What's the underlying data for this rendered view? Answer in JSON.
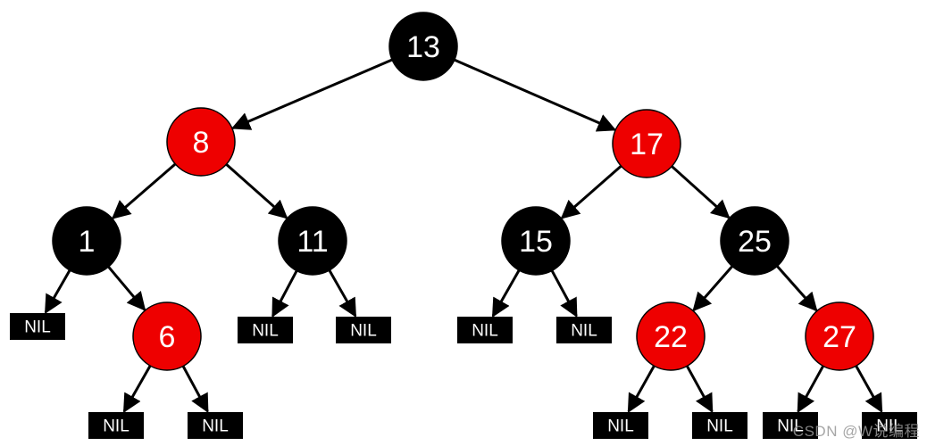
{
  "colors": {
    "red": "#ee0000",
    "black": "#000000",
    "edge": "#000000",
    "text": "#ffffff"
  },
  "nodes": [
    {
      "id": "n13",
      "label": "13",
      "color": "black"
    },
    {
      "id": "n8",
      "label": "8",
      "color": "red"
    },
    {
      "id": "n17",
      "label": "17",
      "color": "red"
    },
    {
      "id": "n1",
      "label": "1",
      "color": "black"
    },
    {
      "id": "n11",
      "label": "11",
      "color": "black"
    },
    {
      "id": "n15",
      "label": "15",
      "color": "black"
    },
    {
      "id": "n25",
      "label": "25",
      "color": "black"
    },
    {
      "id": "n6",
      "label": "6",
      "color": "red"
    },
    {
      "id": "n22",
      "label": "22",
      "color": "red"
    },
    {
      "id": "n27",
      "label": "27",
      "color": "red"
    }
  ],
  "nil_label": "NIL",
  "nils": [
    "nil-1",
    "nil-6a",
    "nil-6b",
    "nil-11a",
    "nil-11b",
    "nil-15a",
    "nil-15b",
    "nil-22a",
    "nil-22b",
    "nil-27a",
    "nil-27b"
  ],
  "edges": [
    [
      "n13",
      "n8"
    ],
    [
      "n13",
      "n17"
    ],
    [
      "n8",
      "n1"
    ],
    [
      "n8",
      "n11"
    ],
    [
      "n17",
      "n15"
    ],
    [
      "n17",
      "n25"
    ],
    [
      "n1",
      "nil-1"
    ],
    [
      "n1",
      "n6"
    ],
    [
      "n6",
      "nil-6a"
    ],
    [
      "n6",
      "nil-6b"
    ],
    [
      "n11",
      "nil-11a"
    ],
    [
      "n11",
      "nil-11b"
    ],
    [
      "n15",
      "nil-15a"
    ],
    [
      "n15",
      "nil-15b"
    ],
    [
      "n25",
      "n22"
    ],
    [
      "n25",
      "n27"
    ],
    [
      "n22",
      "nil-22a"
    ],
    [
      "n22",
      "nil-22b"
    ],
    [
      "n27",
      "nil-27a"
    ],
    [
      "n27",
      "nil-27b"
    ]
  ],
  "watermark": "CSDN @W说编程"
}
